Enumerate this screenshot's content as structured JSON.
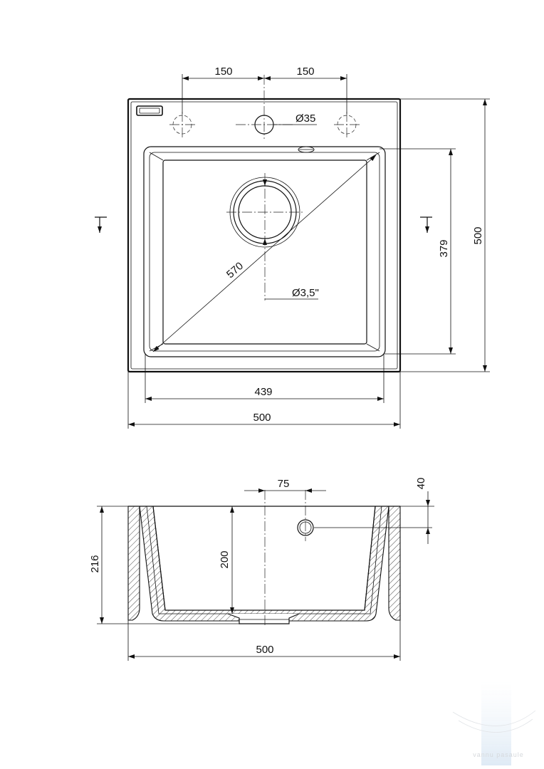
{
  "top_view": {
    "tap_hole_spacing_left": "150",
    "tap_hole_spacing_right": "150",
    "tap_hole_diameter": "Ø35",
    "waste_diameter": "Ø3,5\"",
    "diagonal": "570",
    "bowl_depth_dimension": "379",
    "overall_depth": "500",
    "bowl_width": "439",
    "overall_width": "500"
  },
  "side_view": {
    "overflow_offset": "75",
    "overflow_height": "40",
    "total_height": "216",
    "bowl_depth": "200",
    "overall_width": "500"
  },
  "watermark": {
    "text": "vannu pasaule"
  }
}
